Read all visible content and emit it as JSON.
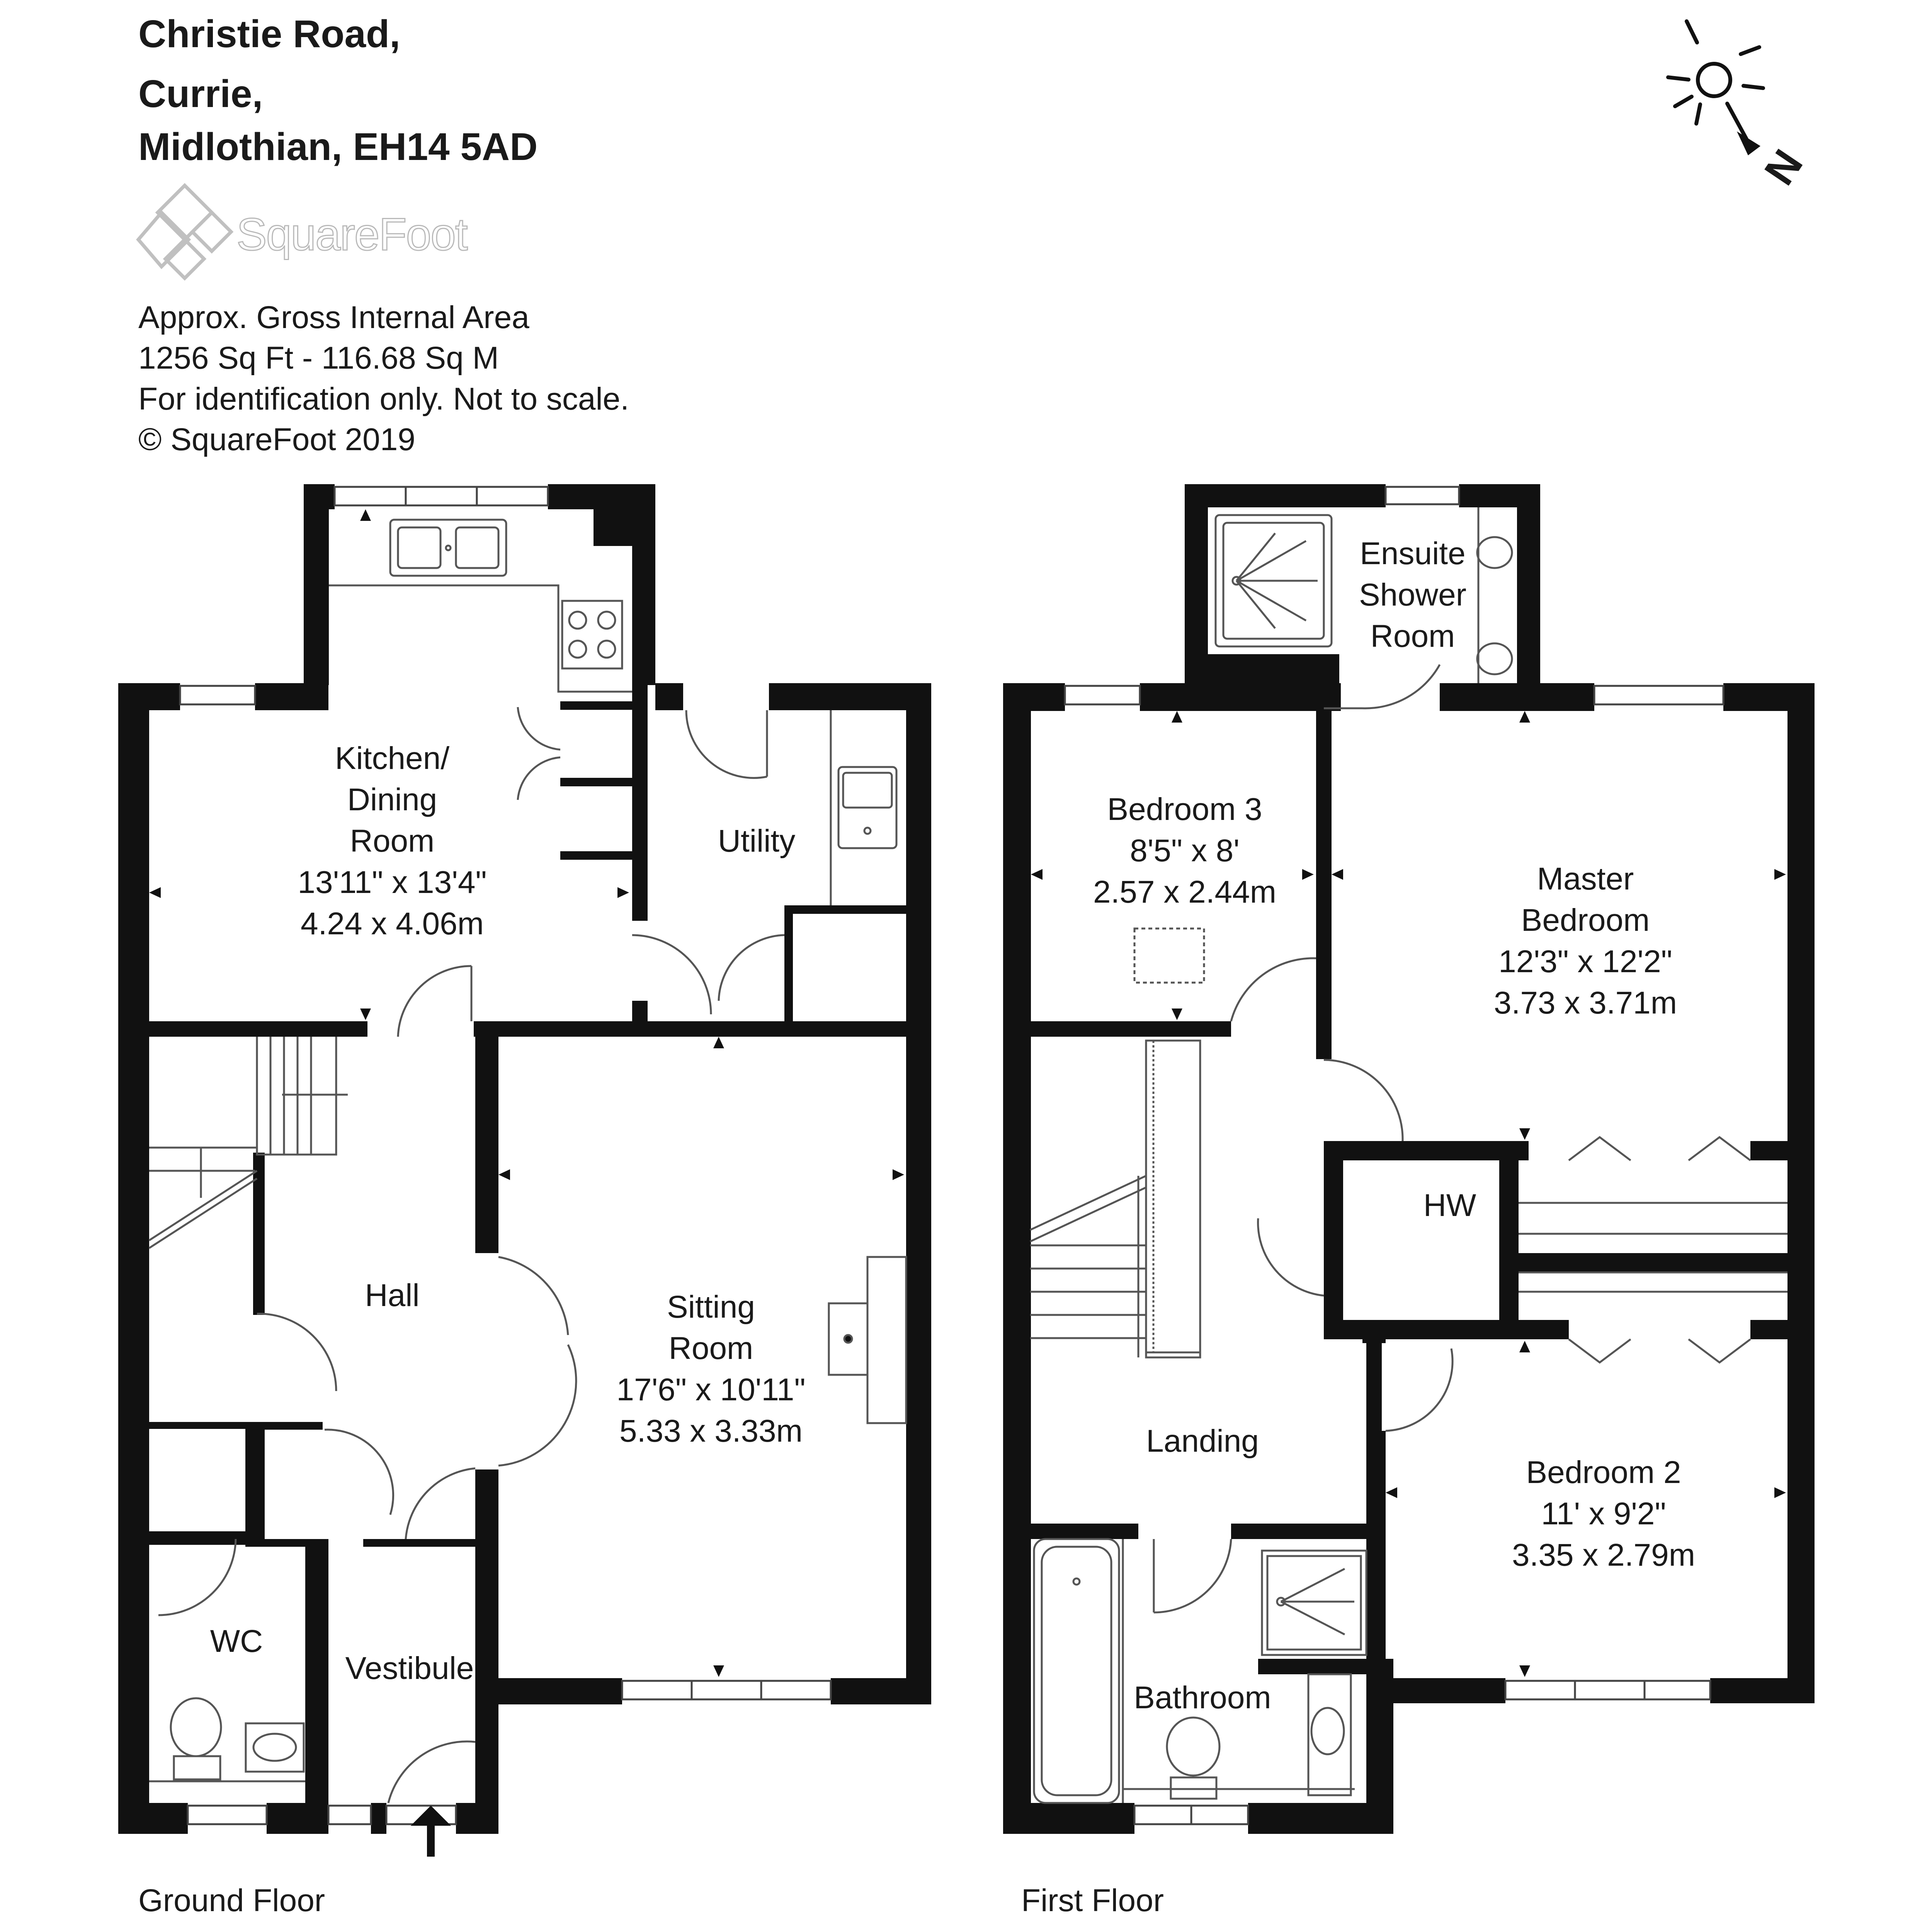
{
  "header": {
    "address_line1": "Christie Road,",
    "address_line2": "Currie,",
    "address_line3": "Midlothian, EH14 5AD"
  },
  "brand": {
    "logo_text": "SquareFoot"
  },
  "info": {
    "line1": "Approx. Gross Internal Area",
    "line2": "1256 Sq Ft  -  116.68 Sq M",
    "line3": "For identification only. Not to scale.",
    "line4": "© SquareFoot 2019"
  },
  "compass": {
    "letter": "N"
  },
  "floors": {
    "ground": {
      "label": "Ground Floor",
      "kitchen": {
        "l1": "Kitchen/",
        "l2": "Dining",
        "l3": "Room",
        "imp": "13'11\" x 13'4\"",
        "met": "4.24 x 4.06m"
      },
      "utility": {
        "name": "Utility"
      },
      "hall": {
        "name": "Hall"
      },
      "sitting": {
        "l1": "Sitting",
        "l2": "Room",
        "imp": "17'6\" x 10'11\"",
        "met": "5.33 x 3.33m"
      },
      "wc": {
        "name": "WC"
      },
      "vestibule": {
        "name": "Vestibule"
      }
    },
    "first": {
      "label": "First Floor",
      "bedroom3": {
        "l1": "Bedroom 3",
        "imp": "8'5\" x 8'",
        "met": "2.57 x 2.44m"
      },
      "ensuite": {
        "l1": "Ensuite",
        "l2": "Shower",
        "l3": "Room"
      },
      "master": {
        "l1": "Master",
        "l2": "Bedroom",
        "imp": "12'3\" x 12'2\"",
        "met": "3.73 x 3.71m"
      },
      "hw": {
        "name": "HW"
      },
      "landing": {
        "name": "Landing"
      },
      "bedroom2": {
        "l1": "Bedroom 2",
        "imp": "11' x 9'2\"",
        "met": "3.35 x 2.79m"
      },
      "bathroom": {
        "name": "Bathroom"
      }
    }
  },
  "colors": {
    "wall": "#111111",
    "line": "#555555",
    "text": "#1a1a1a",
    "logo": "#b9b9b9"
  }
}
